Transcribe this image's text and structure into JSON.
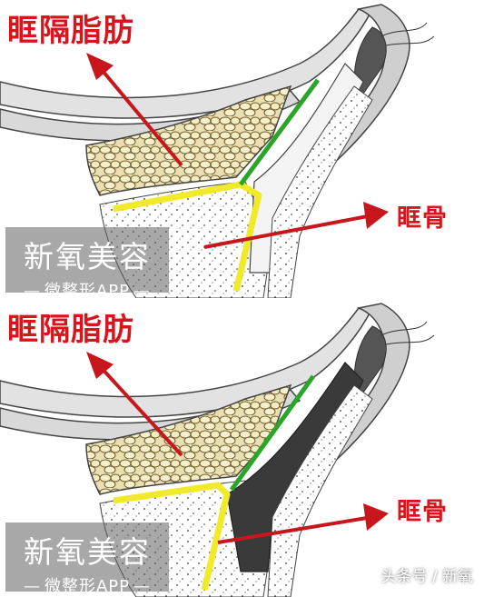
{
  "panels": [
    {
      "top_label": "眶隔脂肪",
      "side_label": "眶骨",
      "watermark": {
        "title": "新氧美容",
        "subtitle": "微整形APP"
      }
    },
    {
      "top_label": "眶隔脂肪",
      "side_label": "眶骨",
      "watermark": {
        "title": "新氧美容",
        "subtitle": "微整形APP"
      }
    }
  ],
  "footer_credit": "头条号 / 新氧",
  "colors": {
    "arrow_red": "#c8161d",
    "label_red": "#d8141c",
    "fat_fill": "#e8dcae",
    "line_green": "#2aa52a",
    "line_yellow": "#f1ea2a"
  }
}
